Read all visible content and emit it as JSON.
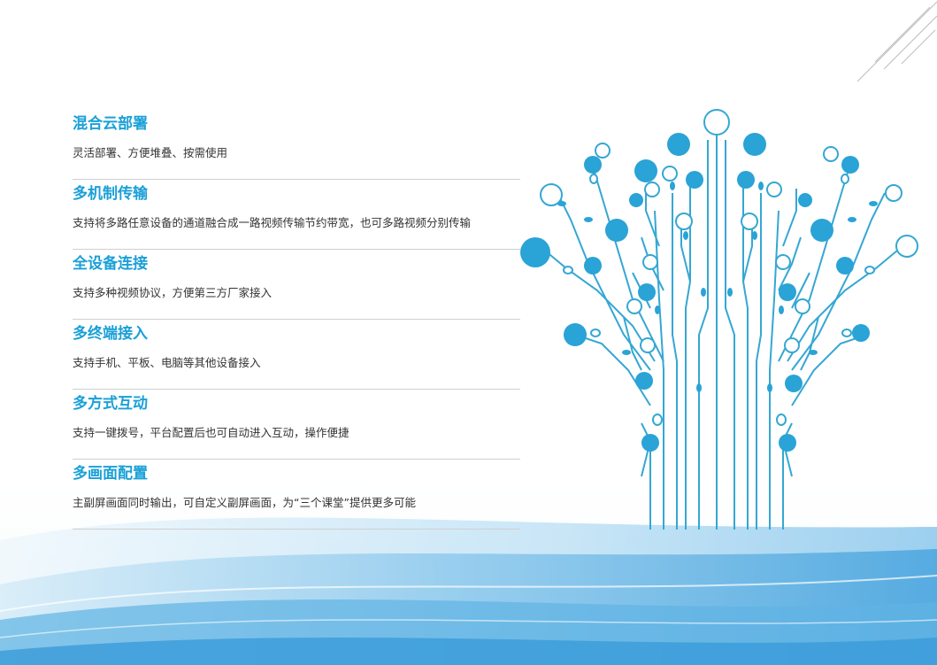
{
  "colors": {
    "accent": "#1aa0d7",
    "tree_line": "#35a7d3",
    "body_text": "#333333",
    "divider": "#cfcfcf"
  },
  "features": [
    {
      "title": "混合云部署",
      "desc": "灵活部署、方便堆叠、按需使用"
    },
    {
      "title": "多机制传输",
      "desc": "支持将多路任意设备的通道融合成一路视频传输节约带宽，也可多路视频分别传输"
    },
    {
      "title": "全设备连接",
      "desc": "支持多种视频协议，方便第三方厂家接入"
    },
    {
      "title": "多终端接入",
      "desc": "支持手机、平板、电脑等其他设备接入"
    },
    {
      "title": "多方式互动",
      "desc": "支持一键拨号，平台配置后也可自动进入互动，操作便捷"
    },
    {
      "title": "多画面配置",
      "desc": "主副屏画面同时输出，可自定义副屏画面，为“三个课堂”提供更多可能"
    }
  ],
  "decorations": {
    "tree_illustration": "circuit-tree-illustration",
    "corner_lines": "diagonal-lines-decoration",
    "background": "blue-wave-background"
  }
}
